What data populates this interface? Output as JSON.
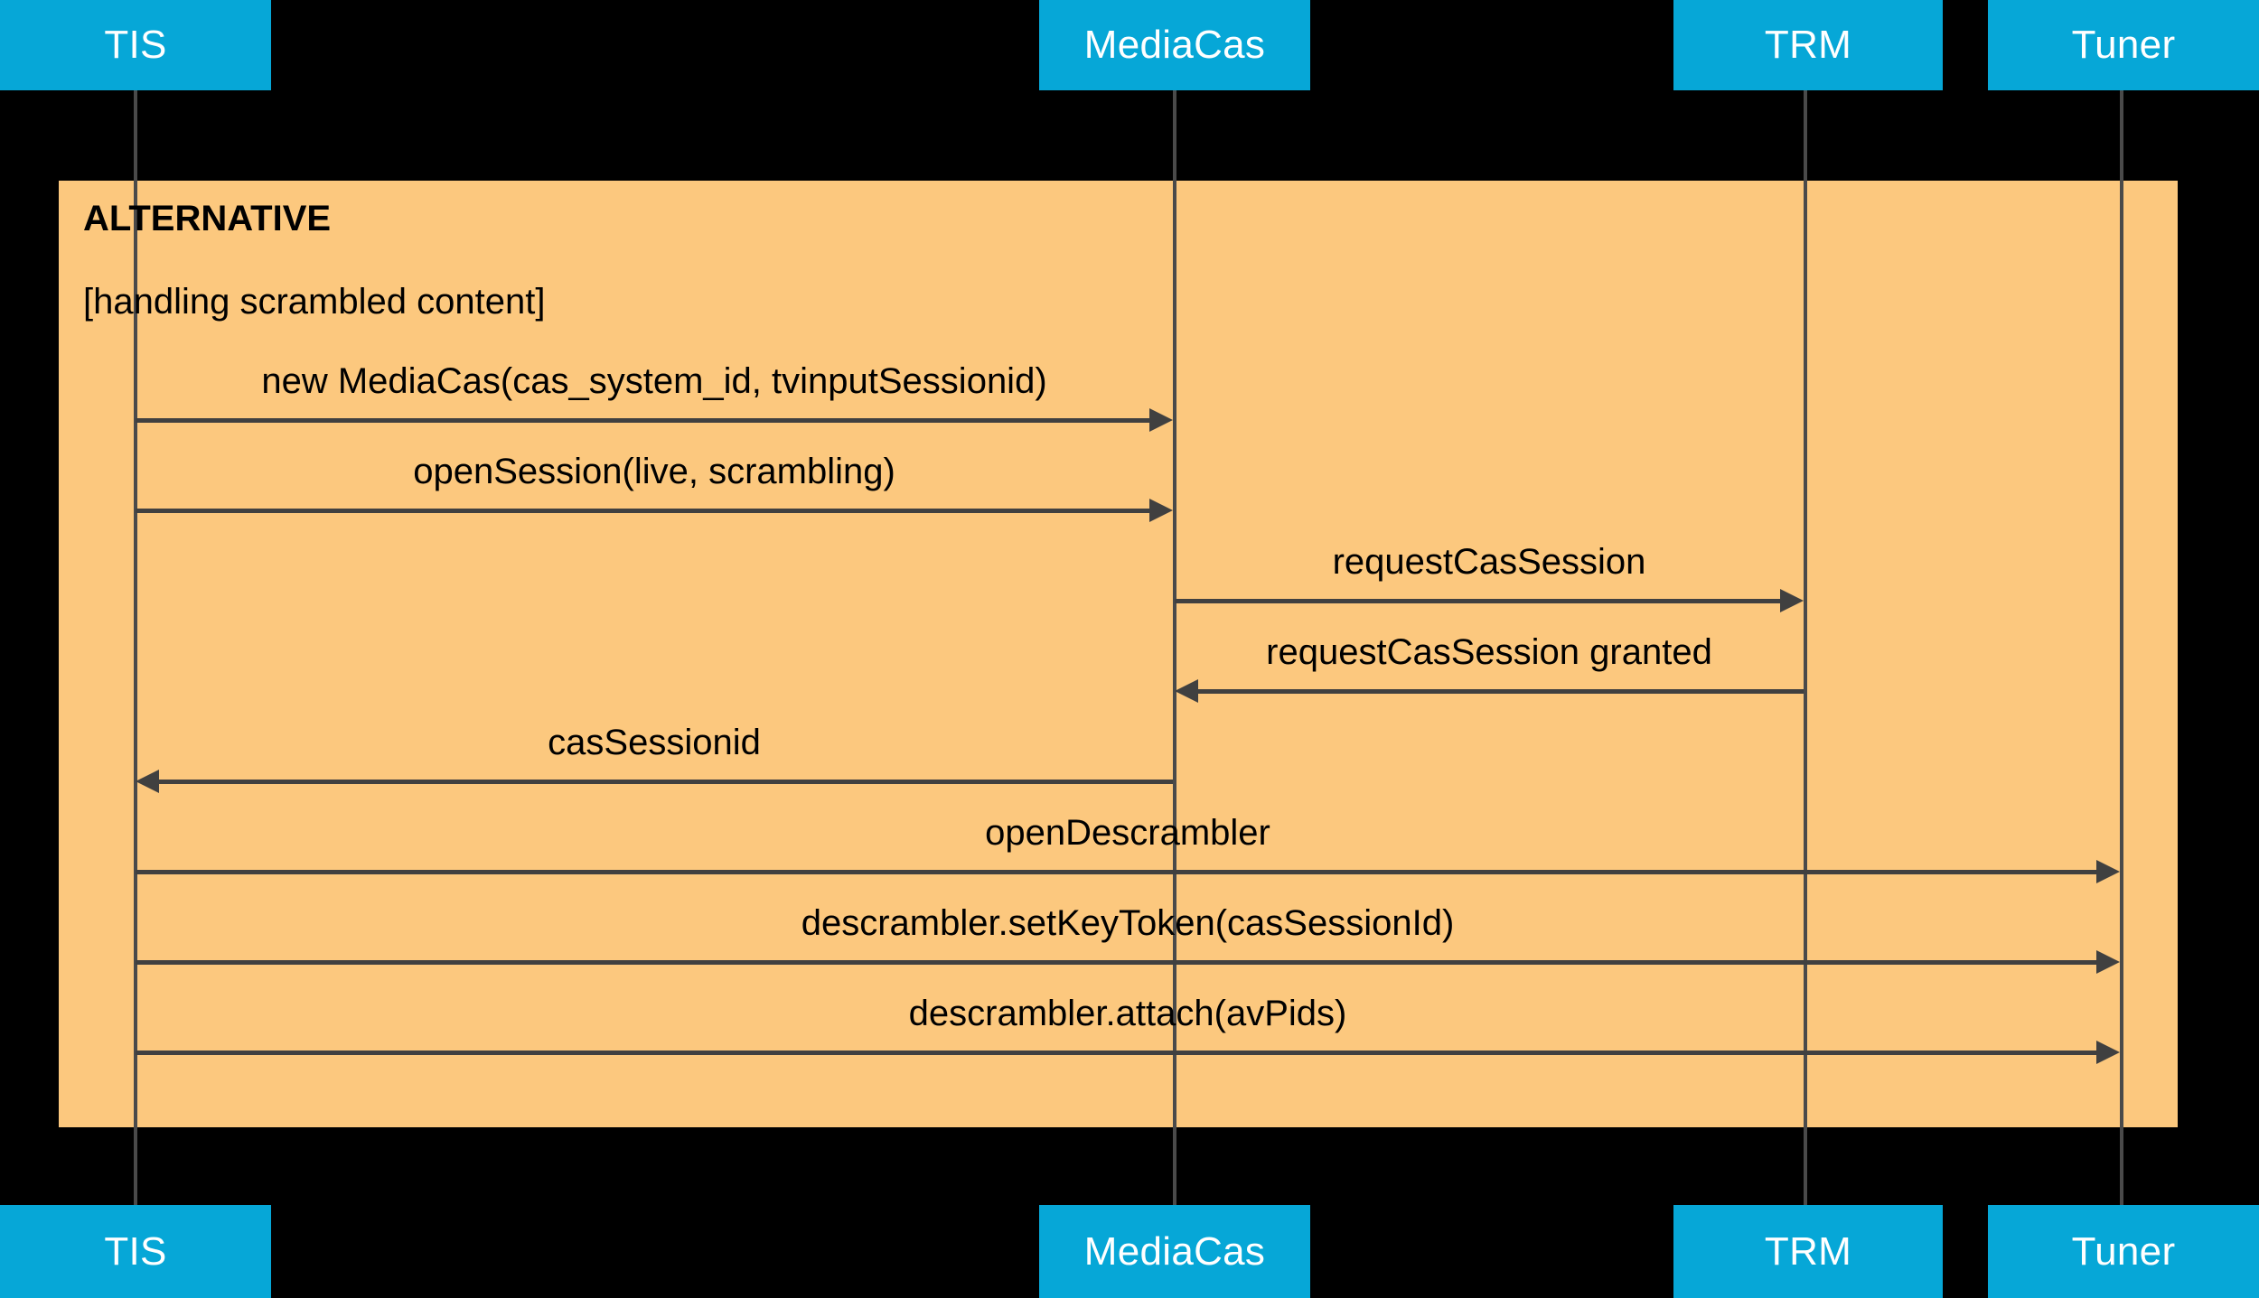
{
  "diagram": {
    "type": "uml-sequence-diagram",
    "background_color": "#000000",
    "participant_color": "#06A7D7",
    "participant_text_color": "#FFFFFF",
    "fragment_fill_color": "#FCC87E",
    "line_color": "#404040",
    "lifeline_color": "#4A4A4A"
  },
  "participants": [
    {
      "name": "TIS",
      "top_label": "TIS",
      "bottom_label": "TIS"
    },
    {
      "name": "MediaCas",
      "top_label": "MediaCas",
      "bottom_label": "MediaCas"
    },
    {
      "name": "TRM",
      "top_label": "TRM",
      "bottom_label": "TRM"
    },
    {
      "name": "Tuner",
      "top_label": "Tuner",
      "bottom_label": "Tuner"
    }
  ],
  "fragment": {
    "operator": "ALTERNATIVE",
    "guard": "[handling scrambled content]"
  },
  "messages": [
    {
      "index": 1,
      "label": "new MediaCas(cas_system_id, tvinputSessionid)",
      "from": "TIS",
      "to": "MediaCas",
      "direction": "right"
    },
    {
      "index": 2,
      "label": "openSession(live, scrambling)",
      "from": "TIS",
      "to": "MediaCas",
      "direction": "right"
    },
    {
      "index": 3,
      "label": "requestCasSession",
      "from": "MediaCas",
      "to": "TRM",
      "direction": "right"
    },
    {
      "index": 4,
      "label": "requestCasSession granted",
      "from": "TRM",
      "to": "MediaCas",
      "direction": "left"
    },
    {
      "index": 5,
      "label": "casSessionid",
      "from": "MediaCas",
      "to": "TIS",
      "direction": "left"
    },
    {
      "index": 6,
      "label": "openDescrambler",
      "from": "TIS",
      "to": "Tuner",
      "direction": "right"
    },
    {
      "index": 7,
      "label": "descrambler.setKeyToken(casSessionId)",
      "from": "TIS",
      "to": "Tuner",
      "direction": "right"
    },
    {
      "index": 8,
      "label": "descrambler.attach(avPids)",
      "from": "TIS",
      "to": "Tuner",
      "direction": "right"
    }
  ]
}
